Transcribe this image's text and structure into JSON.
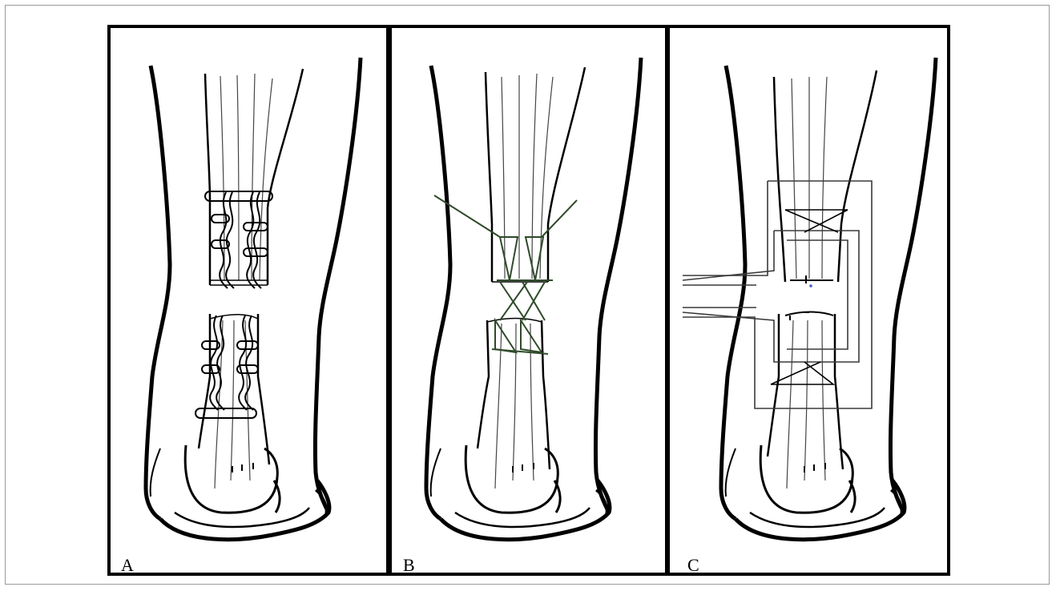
{
  "figure": {
    "panels": [
      {
        "id": "A",
        "label": "A",
        "repair": "locking-loop-suture"
      },
      {
        "id": "B",
        "label": "B",
        "repair": "crossed-cerclage-suture"
      },
      {
        "id": "C",
        "label": "C",
        "repair": "percutaneous-frame-suture"
      }
    ],
    "colors": {
      "outline": "#000000",
      "tendon_fiber": "#444444",
      "suture_green": "#2f4a2a",
      "suture_grey": "#3a3a3a"
    }
  }
}
